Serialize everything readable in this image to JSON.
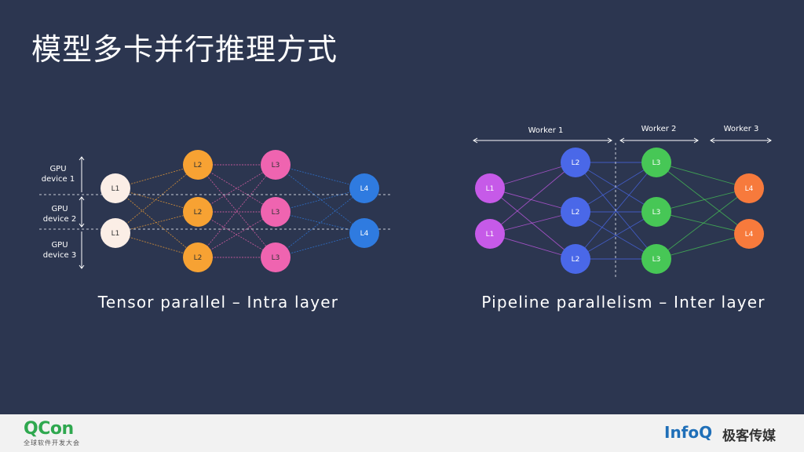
{
  "title": "模型多卡并行推理方式",
  "tensor": {
    "gpu_labels": [
      {
        "line1": "GPU",
        "line2": "device 1"
      },
      {
        "line1": "GPU",
        "line2": "device 2"
      },
      {
        "line1": "GPU",
        "line2": "device 3"
      }
    ],
    "layers": [
      {
        "name": "L1",
        "color": "#fbeee6",
        "count": 2
      },
      {
        "name": "L2",
        "color": "#f7a233",
        "count": 3
      },
      {
        "name": "L3",
        "color": "#ef64b0",
        "count": 3
      },
      {
        "name": "L4",
        "color": "#2f7be0",
        "count": 2
      }
    ],
    "caption": "Tensor  parallel  –  Intra  layer"
  },
  "pipeline": {
    "workers": [
      "Worker 1",
      "Worker 2",
      "Worker 3"
    ],
    "layers": [
      {
        "name": "L1",
        "color": "#c65ae8",
        "count": 2
      },
      {
        "name": "L2",
        "color": "#4a68e8",
        "count": 3
      },
      {
        "name": "L3",
        "color": "#47c756",
        "count": 3
      },
      {
        "name": "L4",
        "color": "#f77a3c",
        "count": 2
      }
    ],
    "caption": "Pipeline  parallelism  –  Inter  layer"
  },
  "footer": {
    "qcon": "QCon",
    "qcon_sub": "全球软件开发大会",
    "infoq": "InfoQ",
    "infoq_cn": "极客传媒"
  }
}
